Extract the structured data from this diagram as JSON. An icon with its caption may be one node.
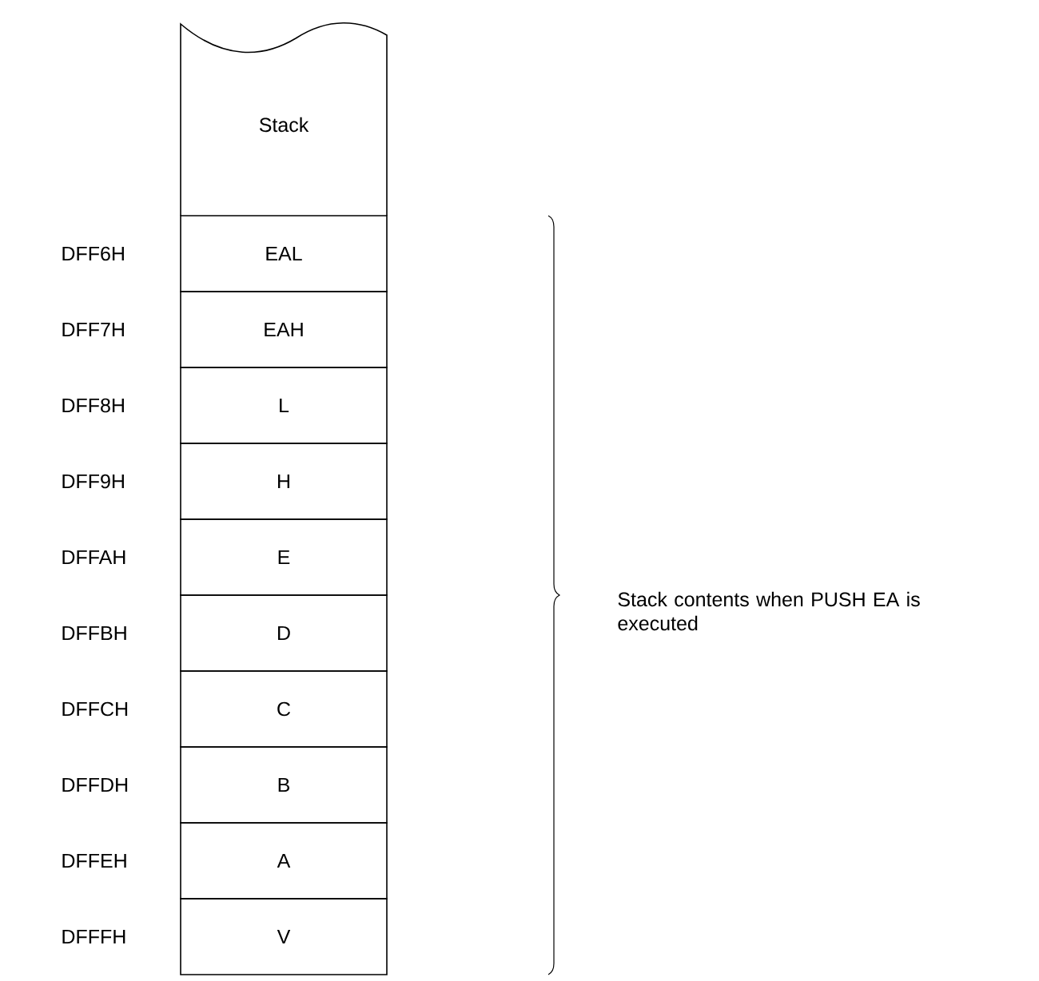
{
  "diagram": {
    "nodes": [
      {
        "text": [
          "Stack"
        ]
      },
      {
        "text": [
          "EAL"
        ],
        "beside": [
          "DFF6H"
        ]
      },
      {
        "text": [
          "EAH"
        ],
        "beside": [
          "DFF7H"
        ]
      },
      {
        "text": [
          "L"
        ],
        "beside": [
          "DFF8H"
        ]
      },
      {
        "text": [
          "H"
        ],
        "beside": [
          "DFF9H"
        ]
      },
      {
        "text": [
          "E"
        ],
        "beside": [
          "DFFAH"
        ]
      },
      {
        "text": [
          "D"
        ],
        "beside": [
          "DFFBH"
        ]
      },
      {
        "text": [
          "C"
        ],
        "beside": [
          "DFFCH"
        ]
      },
      {
        "text": [
          "B"
        ],
        "beside": [
          "DFFDH"
        ]
      },
      {
        "text": [
          "A"
        ],
        "beside": [
          "DFFEH"
        ]
      },
      {
        "text": [
          "V"
        ],
        "beside": [
          "DFFFH"
        ]
      }
    ],
    "labels": [
      "Stack contents when PUSH EA is executed"
    ]
  }
}
